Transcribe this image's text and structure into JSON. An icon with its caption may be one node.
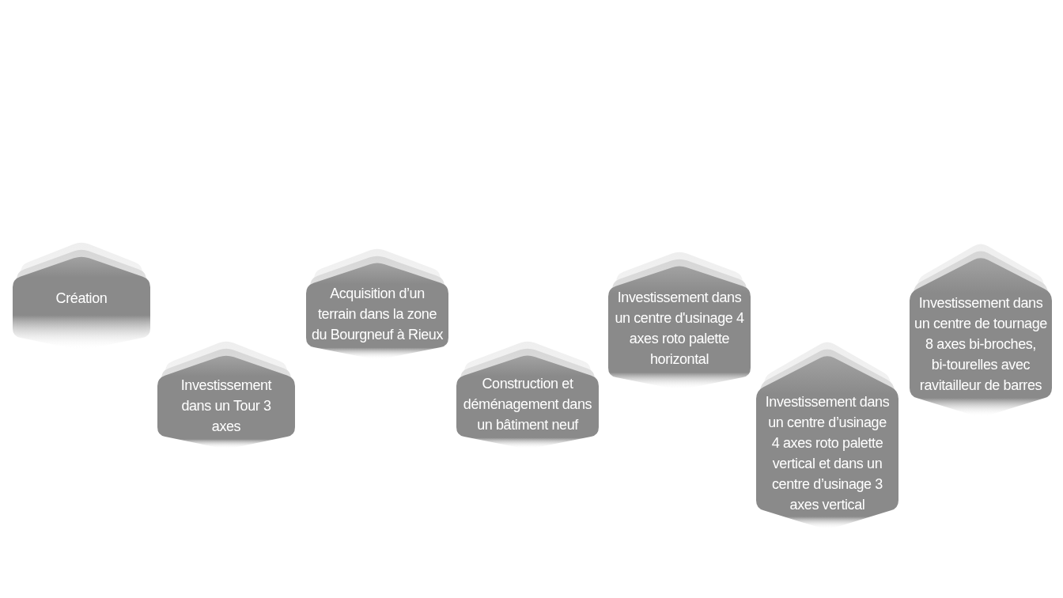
{
  "diagram": {
    "nodes": [
      {
        "text": [
          "Création"
        ]
      },
      {
        "text": [
          "Investissement dans un Tour 3 axes"
        ]
      },
      {
        "text": [
          "Acquisition d’un terrain dans la zone du Bourgneuf à Rieux"
        ]
      },
      {
        "text": [
          "Construction et déménagement dans un bâtiment neuf"
        ]
      },
      {
        "text": [
          "Investissement dans un centre d'usinage 4 axes roto palette horizontal"
        ]
      },
      {
        "text": [
          "Investissement dans un centre d’usinage 4 axes roto palette vertical et dans un centre d’usinage 3 axes vertical"
        ]
      },
      {
        "text": [
          "Investissement dans un centre de tournage 8 axes bi-broches, bi-tourelles avec ravitailleur de barres"
        ]
      }
    ]
  }
}
